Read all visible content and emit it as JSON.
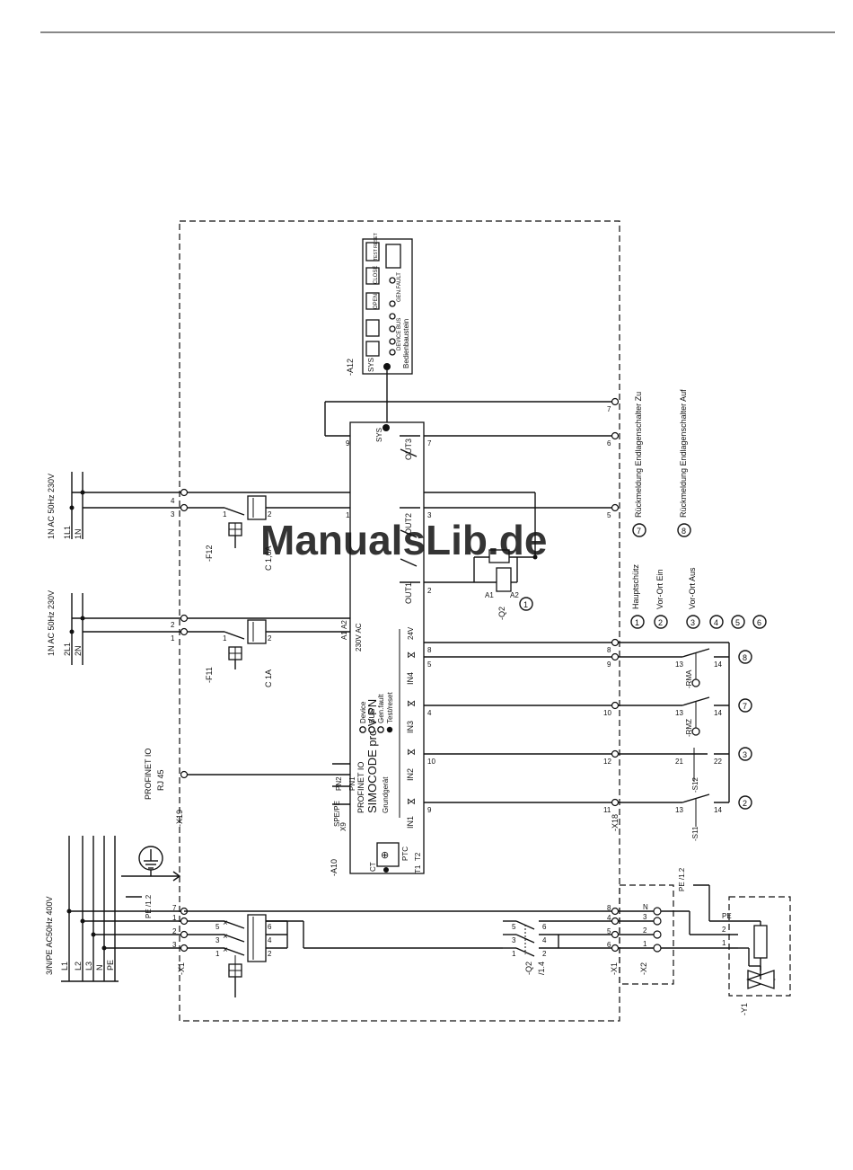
{
  "colors": {
    "line": "#111111",
    "watermark": "#bcd3f5",
    "background": "#ffffff"
  },
  "watermark": "ManualsLib.de",
  "supply": {
    "main": [
      "3/N/PE AC50Hz 400V",
      "L1",
      "L2",
      "L3",
      "N",
      "PE"
    ],
    "ctrl_f12": [
      "1N AC 50Hz 230V",
      "1L1",
      "1N"
    ],
    "ctrl_f11": [
      "1N AC 50Hz 230V",
      "2L1",
      "2N"
    ],
    "profinet": [
      "PROFINET IO",
      "RJ 45"
    ]
  },
  "refs": {
    "x1": "-X1",
    "x1b": "-X1",
    "x2": "-X2",
    "x19": "-X19",
    "x18": "-X18",
    "x9": "X9",
    "a10": "-A10",
    "a12": "-A12",
    "f11": "-F11",
    "f12": "-F12",
    "q2": "-Q2",
    "q2b": "-Q2",
    "y1": "-Y1",
    "f11_rating": "C 1A",
    "f12_rating": "C 1,6A",
    "q2_note": "/1.4",
    "pe_ref": "PE /1.2"
  },
  "module": {
    "name": "SIMOCODE pro V PN",
    "sub": "Grundgerät",
    "profinet": "PROFINET IO",
    "pn1": "PN1",
    "pn2": "PN2",
    "sppe": "SPE/PE",
    "ctrl_voltage": "230V AC",
    "a1": "A1",
    "a2": "A2",
    "sys": "SYS",
    "out1": "OUT1",
    "out2": "OUT2",
    "out3": "OUT3",
    "in1": "IN1",
    "in2": "IN2",
    "in3": "IN3",
    "in4": "IN4",
    "v24": "24V",
    "ptc": "PTC",
    "ct": "CT",
    "t1": "T1",
    "t2": "T2",
    "leds": [
      "Device",
      "BUS",
      "Gen.fault",
      "Test/reset"
    ]
  },
  "panel": {
    "title": "Bedienbaustein",
    "sys": "SYS",
    "leds": [
      "DEVICE",
      "BUS",
      "GEN.FAULT"
    ],
    "keys": [
      "OPEN",
      "CLOSE",
      "TEST RESET"
    ]
  },
  "sensors": {
    "rma": "-RMA",
    "rmz": "-RMZ",
    "s12": "-S12",
    "s11": "-S11"
  },
  "legend": [
    {
      "num": "1",
      "text": "Hauptschütz"
    },
    {
      "num": "2",
      "text": "Vor-Ort Ein"
    },
    {
      "num": "3",
      "text": "Vor-Ort Aus"
    },
    {
      "num": "4",
      "text": ""
    },
    {
      "num": "5",
      "text": ""
    },
    {
      "num": "6",
      "text": ""
    },
    {
      "num": "7",
      "text": "Rückmeldung Endlagenschalter Zu"
    },
    {
      "num": "8",
      "text": "Rückmeldung Endlagenschalter Auf"
    }
  ]
}
